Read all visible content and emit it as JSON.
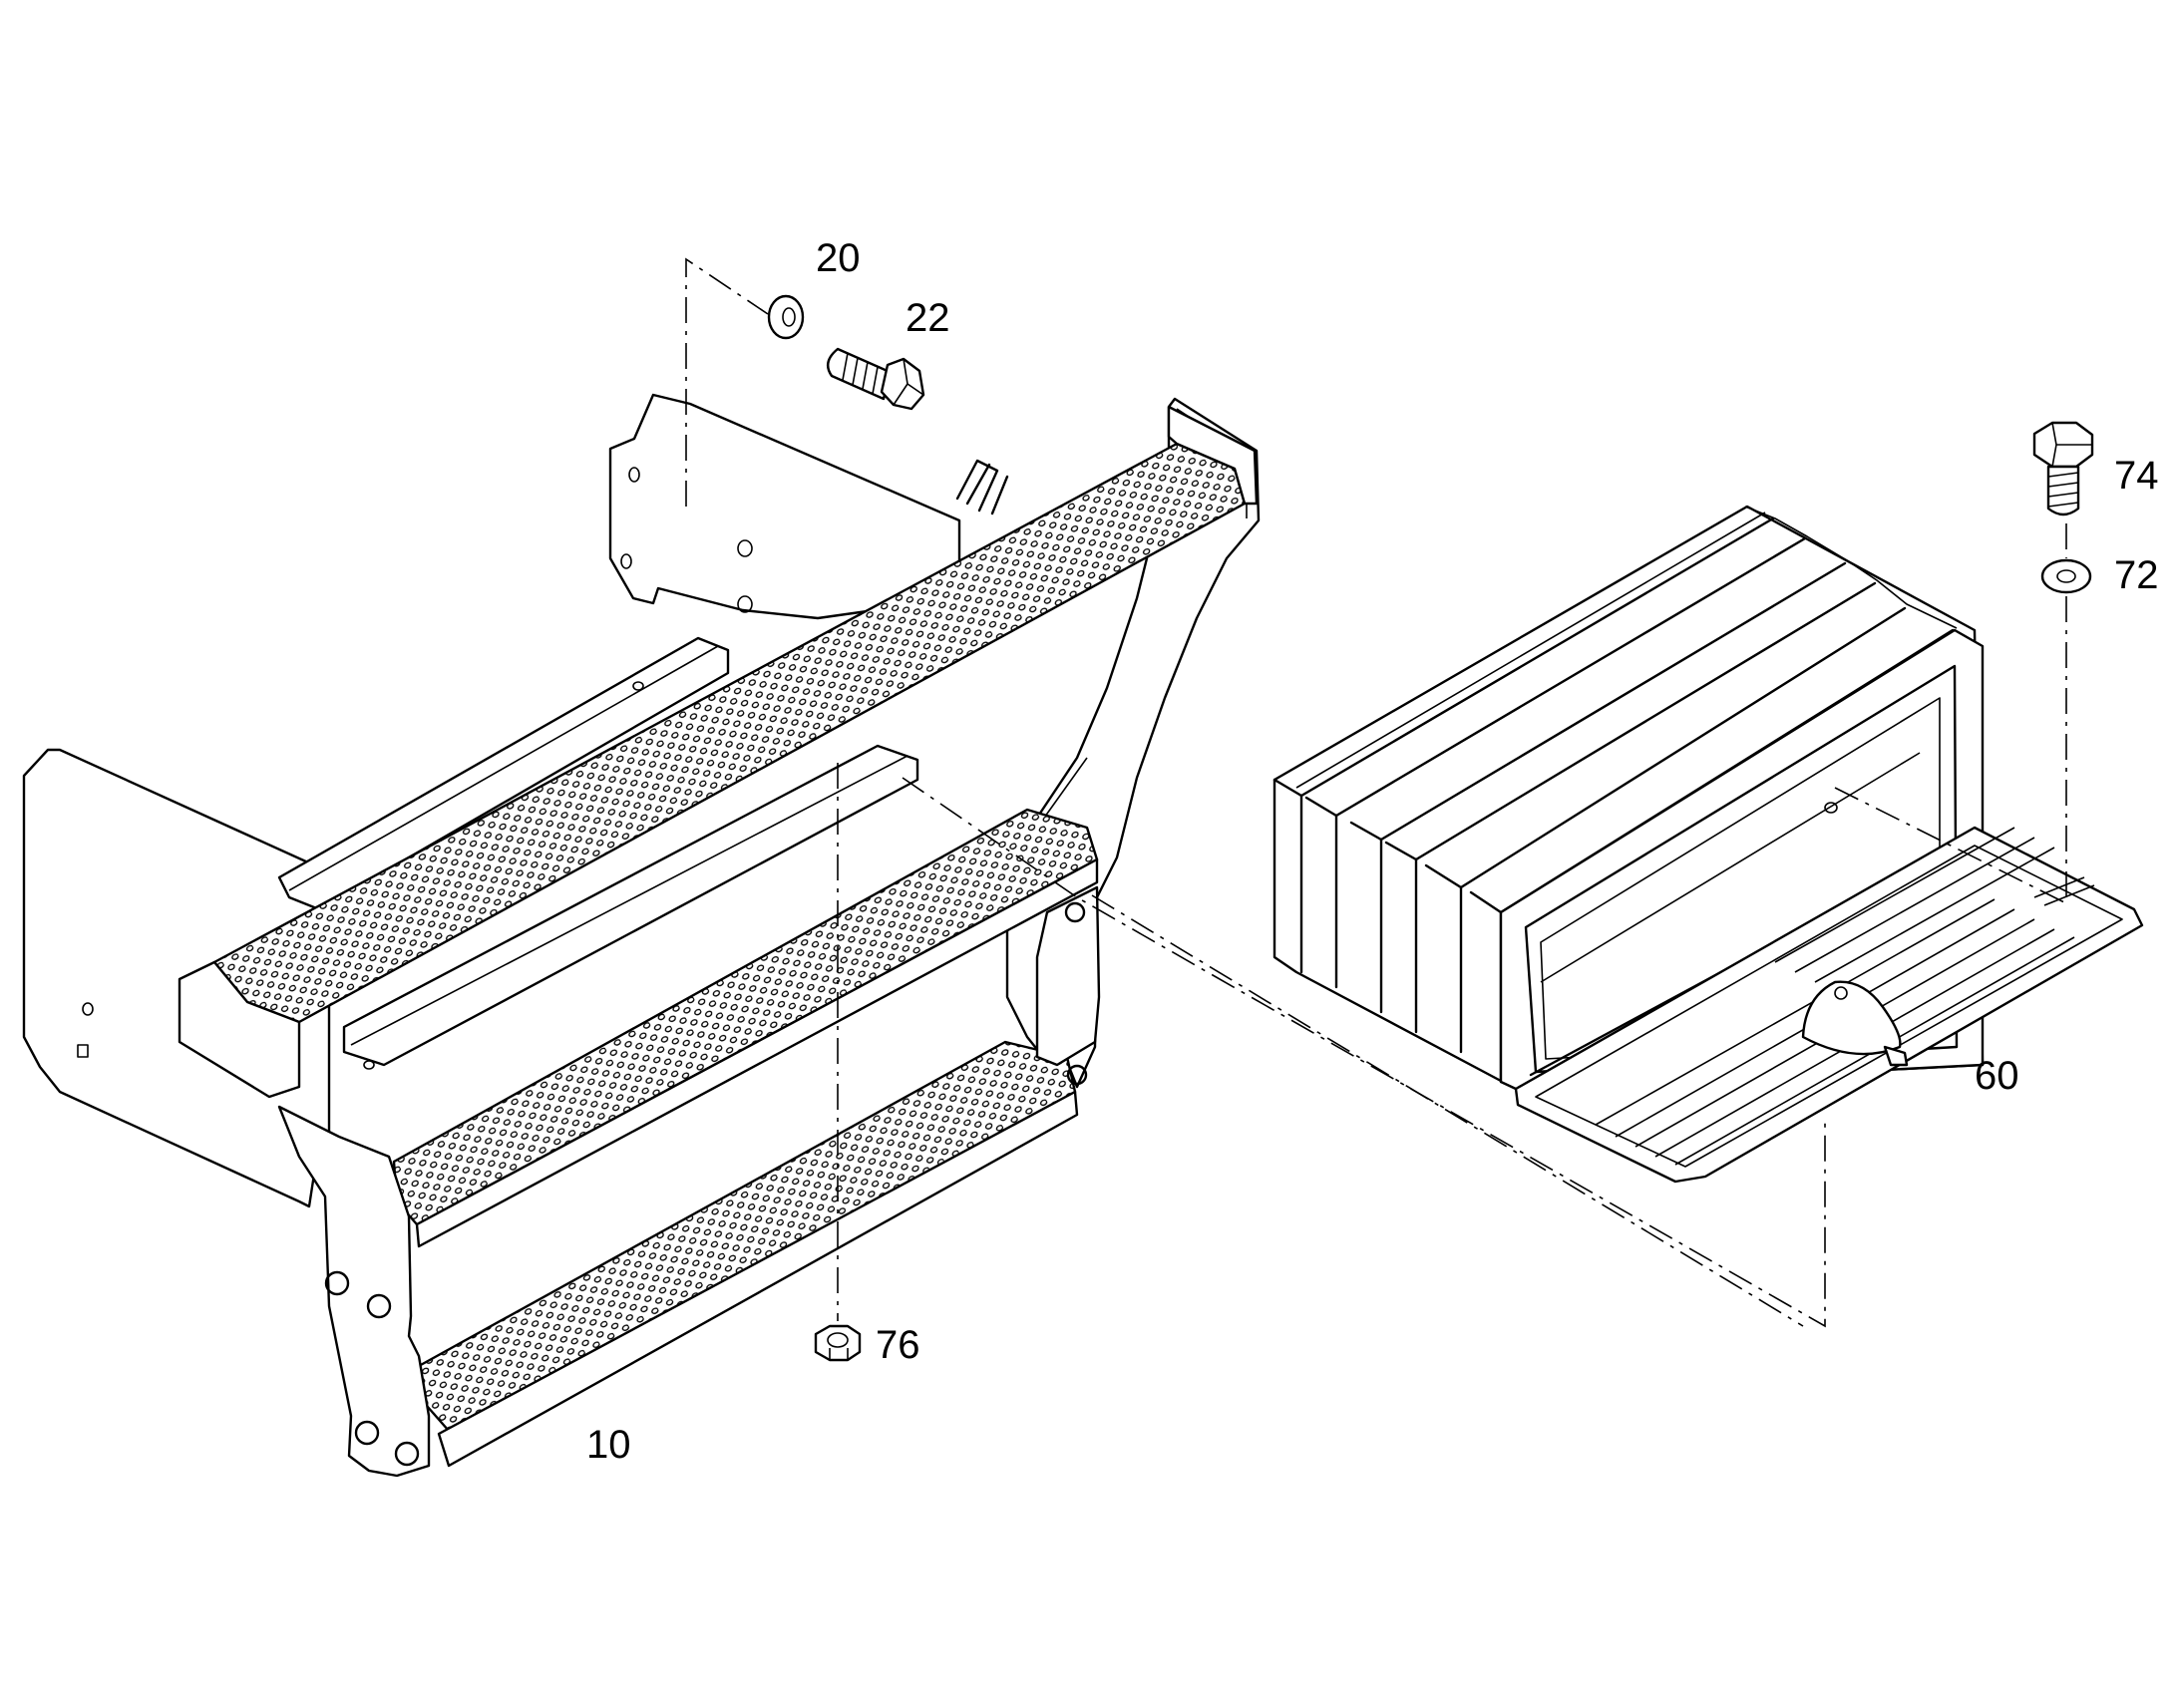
{
  "callouts": {
    "p10": "10",
    "p20": "20",
    "p22": "22",
    "p60": "60",
    "p72": "72",
    "p74": "74",
    "p76": "76"
  },
  "colors": {
    "line": "#000000",
    "background": "#ffffff"
  }
}
